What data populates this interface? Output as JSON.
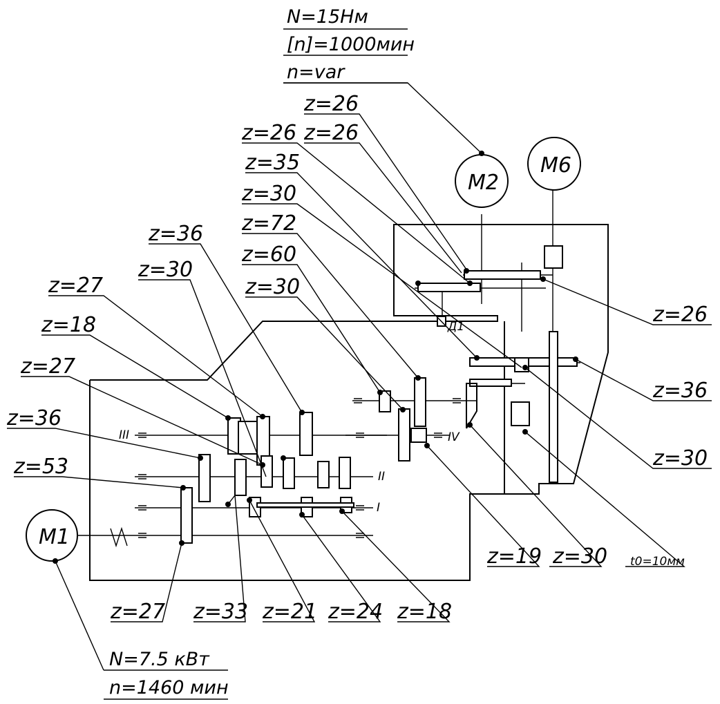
{
  "motors": {
    "m1": {
      "label": "M1",
      "power": "N=7.5 кВт",
      "speed": "n=1460 мин"
    },
    "m2": {
      "label": "M2",
      "torque": "N=15Нм",
      "max_speed": "[n]=1000мин",
      "speed_mode": "n=var"
    },
    "m6": {
      "label": "M6"
    }
  },
  "shafts": {
    "i": "I",
    "ii": "II",
    "iii": "III",
    "iv": "IV",
    "brake": "Д1",
    "screw_pitch": "t0=10мм"
  },
  "gears": {
    "top_26a": "z=26",
    "top_26b": "z=26",
    "top_26c": "z=26",
    "top_35": "z=35",
    "top_30": "z=30",
    "top_72": "z=72",
    "top_60": "z=60",
    "top_30b": "z=30",
    "left_36": "z=36",
    "left_30": "z=30",
    "left_27": "z=27",
    "left_18": "z=18",
    "left_27b": "z=27",
    "left_36b": "z=36",
    "left_53": "z=53",
    "bot_27": "z=27",
    "bot_33": "z=33",
    "bot_21": "z=21",
    "bot_24": "z=24",
    "bot_18": "z=18",
    "bot_19": "z=19",
    "bot_30": "z=30",
    "right_26": "z=26",
    "right_36": "z=36",
    "right_30": "z=30"
  }
}
